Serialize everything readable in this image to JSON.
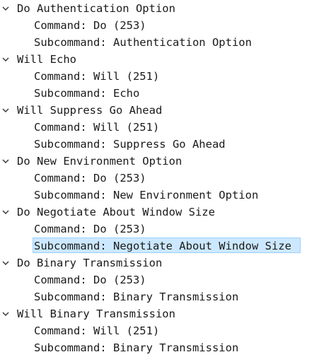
{
  "tree": {
    "groups": [
      {
        "label": "Do Authentication Option",
        "expanded": true,
        "children": [
          {
            "label": "Command: Do (253)",
            "selected": false
          },
          {
            "label": "Subcommand: Authentication Option",
            "selected": false
          }
        ]
      },
      {
        "label": "Will Echo",
        "expanded": true,
        "children": [
          {
            "label": "Command: Will (251)",
            "selected": false
          },
          {
            "label": "Subcommand: Echo",
            "selected": false
          }
        ]
      },
      {
        "label": "Will Suppress Go Ahead",
        "expanded": true,
        "children": [
          {
            "label": "Command: Will (251)",
            "selected": false
          },
          {
            "label": "Subcommand: Suppress Go Ahead",
            "selected": false
          }
        ]
      },
      {
        "label": "Do New Environment Option",
        "expanded": true,
        "children": [
          {
            "label": "Command: Do (253)",
            "selected": false
          },
          {
            "label": "Subcommand: New Environment Option",
            "selected": false
          }
        ]
      },
      {
        "label": "Do Negotiate About Window Size",
        "expanded": true,
        "children": [
          {
            "label": "Command: Do (253)",
            "selected": false
          },
          {
            "label": "Subcommand: Negotiate About Window Size",
            "selected": true
          }
        ]
      },
      {
        "label": "Do Binary Transmission",
        "expanded": true,
        "children": [
          {
            "label": "Command: Do (253)",
            "selected": false
          },
          {
            "label": "Subcommand: Binary Transmission",
            "selected": false
          }
        ]
      },
      {
        "label": "Will Binary Transmission",
        "expanded": true,
        "children": [
          {
            "label": "Command: Will (251)",
            "selected": false
          },
          {
            "label": "Subcommand: Binary Transmission",
            "selected": false
          }
        ]
      }
    ]
  },
  "colors": {
    "selection_bg": "#cce8ff",
    "selection_border": "#99d1ff",
    "text": "#1a1a1a",
    "expander": "#333333"
  },
  "icons": {
    "expander": "chevron-down-icon"
  }
}
